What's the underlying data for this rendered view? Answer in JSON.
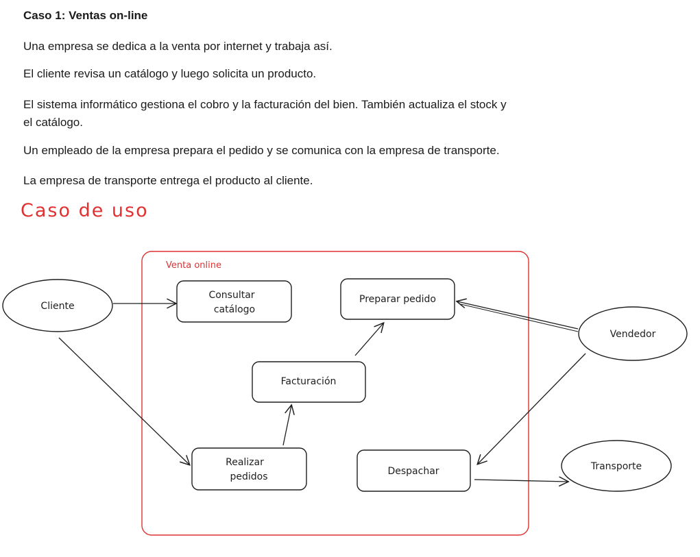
{
  "document": {
    "heading": "Caso 1: Ventas on-line",
    "paragraphs": [
      "Una empresa se dedica a la venta por internet y trabaja así.",
      "El cliente revisa un catálogo y luego solicita un producto.",
      "El sistema informático gestiona el cobro y la facturación del bien.  También actualiza el stock y",
      "el catálogo.",
      "Un empleado de la empresa prepara el pedido y se comunica con la empresa de transporte.",
      "La empresa de transporte entrega el producto al cliente."
    ]
  },
  "section_title": "Caso de uso",
  "diagram": {
    "system_label": "Venta online",
    "system_color": "#e03131",
    "actors": {
      "cliente": "Cliente",
      "vendedor": "Vendedor",
      "transporte": "Transporte"
    },
    "use_cases": {
      "consultar_1": "Consultar",
      "consultar_2": "catálogo",
      "preparar": "Preparar pedido",
      "facturacion": "Facturación",
      "realizar_1": "Realizar",
      "realizar_2": "pedidos",
      "despachar": "Despachar"
    }
  }
}
